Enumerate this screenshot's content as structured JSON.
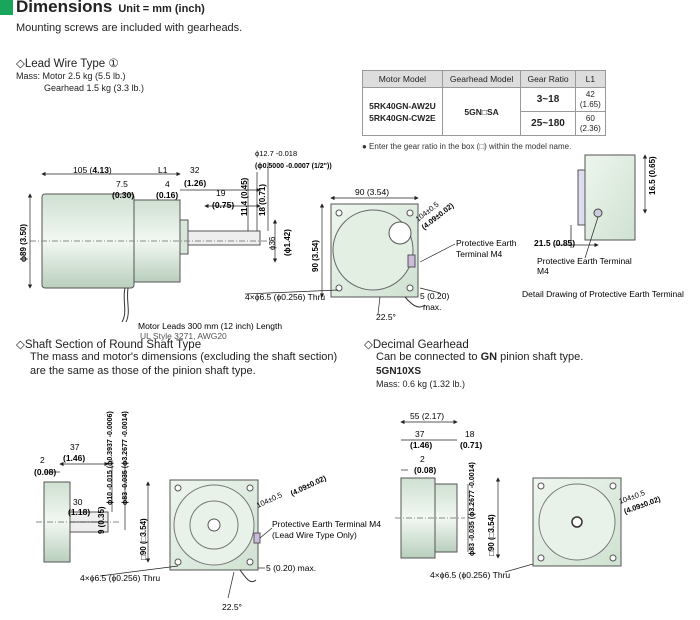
{
  "header": {
    "title": "Dimensions",
    "unit": "Unit = mm (inch)",
    "intro": "Mounting screws are included with gearheads."
  },
  "lead_wire": {
    "heading": "◇Lead Wire Type ①",
    "mass_motor": "Mass: Motor 2.5 kg (5.5 lb.)",
    "mass_gearhead": "Gearhead 1.5 kg (3.3 lb.)"
  },
  "table": {
    "headers": [
      "Motor Model",
      "Gearhead Model",
      "Gear Ratio",
      "L1"
    ],
    "motor_models": [
      "5RK40GN-AW2U",
      "5RK40GN-CW2E"
    ],
    "gearhead_model": "5GN□SA",
    "rows": [
      {
        "ratio": "3~18",
        "l1_mm": "42",
        "l1_in": "(1.65)"
      },
      {
        "ratio": "25~180",
        "l1_mm": "60",
        "l1_in": "(2.36)"
      }
    ],
    "note": "● Enter the gear ratio in the box (□) within the model name."
  },
  "dims_main": {
    "d105": "105 (",
    "d105b": "4.13",
    "d105c": ")",
    "d75": "7.5",
    "d075": "(0.30)",
    "dL1": "L1",
    "d4": "4",
    "d016": "(0.16)",
    "d32": "32",
    "d126": "(1.26)",
    "d19": "19",
    "d075b": "(0.75)",
    "phi127": "ϕ12.7 -0.018",
    "phi05": "(ϕ0.5000 -0.0007 (1/2\"))",
    "d114": "11.4 (0.45)",
    "d18": "18 (0.71)",
    "phi36": "ϕ36",
    "phi142": "(ϕ1.42)",
    "phi89": "ϕ89 (3.50)",
    "d90": "90 (3.54)",
    "d90v": "90 (3.54)",
    "d104": "104±0.5",
    "d409": "(4.09±0.02)",
    "pe": "Protective Earth",
    "pe2": "Terminal M4",
    "d5": "5 (0.20)",
    "max": "max.",
    "d225": "22.5°",
    "holes": "4×ϕ6.5 (ϕ0.256) Thru",
    "leads": "Motor Leads 300 mm (12 inch) Length",
    "leads2": "UL Style 3271, AWG20"
  },
  "detail": {
    "d165": "16.5 (0.65)",
    "d215": "21.5 (0.85)",
    "pe": "Protective Earth Terminal",
    "m4": "M4",
    "caption": "Detail Drawing of Protective Earth Terminal"
  },
  "shaft": {
    "heading": "◇Shaft Section of Round Shaft Type",
    "desc1": "The mass and motor's dimensions (excluding the shaft section)",
    "desc2": "are the same as those of the pinion shaft type.",
    "d37": "37",
    "d146": "(1.46)",
    "d2": "2",
    "d008": "(0.08)",
    "d30": "30",
    "d118": "(1.18)",
    "d9": "9 (0.35)",
    "phi10": "ϕ10 -0.015 (ϕ0.3937 -0.0006)",
    "phi83": "ϕ83 -0.035 (ϕ3.2677 -0.0014)",
    "sq90": "□90 (□3.54)",
    "d104": "104±0.5",
    "d409": "(4.09±0.02)",
    "pe": "Protective Earth Terminal M4",
    "pe2": "(Lead Wire Type Only)",
    "d5": "5 (0.20) max.",
    "holes": "4×ϕ6.5 (ϕ0.256) Thru",
    "d225": "22.5°"
  },
  "decimal": {
    "heading": "◇Decimal Gearhead",
    "desc_pre": "Can be connected to ",
    "desc_gn": "GN",
    "desc_post": " pinion shaft type.",
    "model": "5GN10XS",
    "mass": "Mass: 0.6 kg (1.32 lb.)",
    "d55": "55 (2.17)",
    "d37": "37",
    "d146": "(1.46)",
    "d18": "18",
    "d071": "(0.71)",
    "d2": "2",
    "d008": "(0.08)",
    "phi83": "ϕ83 -0.035 (ϕ3.2677 -0.0014)",
    "sq90": "□90 (□3.54)",
    "d104": "104±0.5",
    "d409": "(4.09±0.02)",
    "holes": "4×ϕ6.5 (ϕ0.256) Thru"
  }
}
